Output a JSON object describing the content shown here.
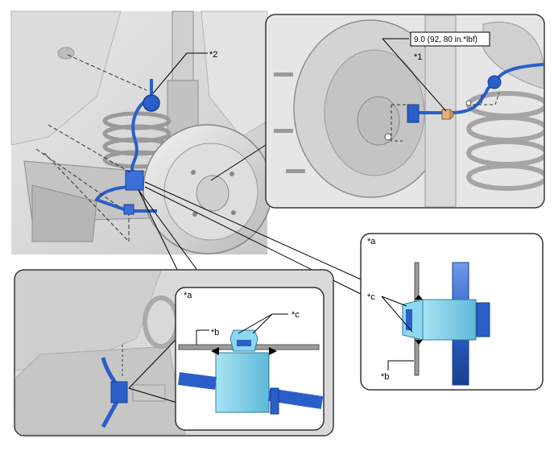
{
  "labels": {
    "part_1": "*1",
    "part_2": "*2",
    "note_a": "*a",
    "note_b": "*b",
    "note_c": "*c"
  },
  "torque_spec": "9.0 (92, 80 in.*lbf)",
  "colors": {
    "brake_line": "#2a5fc9",
    "brake_line_dark": "#1a3f8f",
    "clip_highlight": "#7fd0ea",
    "bolt": "#d9a070",
    "body_gray": "#d6d6d6",
    "panel_border": "#333333"
  }
}
